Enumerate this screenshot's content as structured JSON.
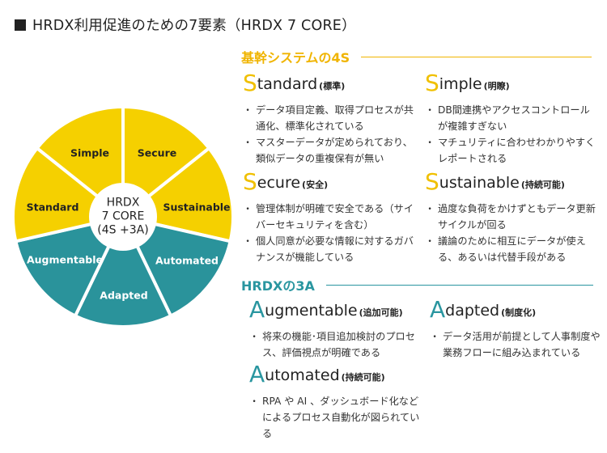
{
  "title": "HRDX利用促進のための7要素（HRDX 7 CORE）",
  "colors": {
    "yellow": "#f5d000",
    "teal": "#2a939b",
    "heading_yellow": "#f0b400",
    "heading_teal": "#2a96a0"
  },
  "wheel": {
    "center": [
      "HRDX",
      "7 CORE",
      "(4S +3A)"
    ],
    "segments": [
      {
        "label": "Simple",
        "group": "4S"
      },
      {
        "label": "Secure",
        "group": "4S"
      },
      {
        "label": "Sustainable",
        "group": "4S"
      },
      {
        "label": "Automated",
        "group": "3A"
      },
      {
        "label": "Adapted",
        "group": "3A"
      },
      {
        "label": "Augmentable",
        "group": "3A"
      },
      {
        "label": "Standard",
        "group": "4S"
      }
    ]
  },
  "section_4s": {
    "heading": "基幹システムの4S",
    "items": [
      {
        "cap": "S",
        "rest": "tandard",
        "sub": "(標準)",
        "bullets": [
          "データ項目定義、取得プロセスが共通化、標準化されている",
          "マスターデータが定められており、類似データの重複保有が無い"
        ]
      },
      {
        "cap": "S",
        "rest": "imple",
        "sub": "(明瞭)",
        "bullets": [
          "DB間連携やアクセスコントロールが複雑すぎない",
          "マチュリティに合わせわかりやすくレポートされる"
        ]
      },
      {
        "cap": "S",
        "rest": "ecure",
        "sub": "(安全)",
        "bullets": [
          "管理体制が明確で安全である（サイバーセキュリティを含む）",
          "個人同意が必要な情報に対するガバナンスが機能している"
        ]
      },
      {
        "cap": "S",
        "rest": "ustainable",
        "sub": "(持続可能)",
        "bullets": [
          "過度な負荷をかけずともデータ更新サイクルが回る",
          "議論のために相互にデータが使える、あるいは代替手段がある"
        ]
      }
    ]
  },
  "section_3a": {
    "heading": "HRDXの3A",
    "items": [
      {
        "cap": "A",
        "rest": "ugmentable",
        "sub": "(追加可能)",
        "bullets": [
          "将来の機能･項目追加検討のプロセス、評価視点が明確である"
        ]
      },
      {
        "cap": "A",
        "rest": "dapted",
        "sub": "(制度化)",
        "bullets": [
          "データ活用が前提として人事制度や業務フローに組み込まれている"
        ]
      },
      {
        "cap": "A",
        "rest": "utomated",
        "sub": "(持続可能)",
        "bullets": [
          "RPA や AI 、ダッシュボード化などによるプロセス自動化が図られている"
        ]
      }
    ]
  }
}
